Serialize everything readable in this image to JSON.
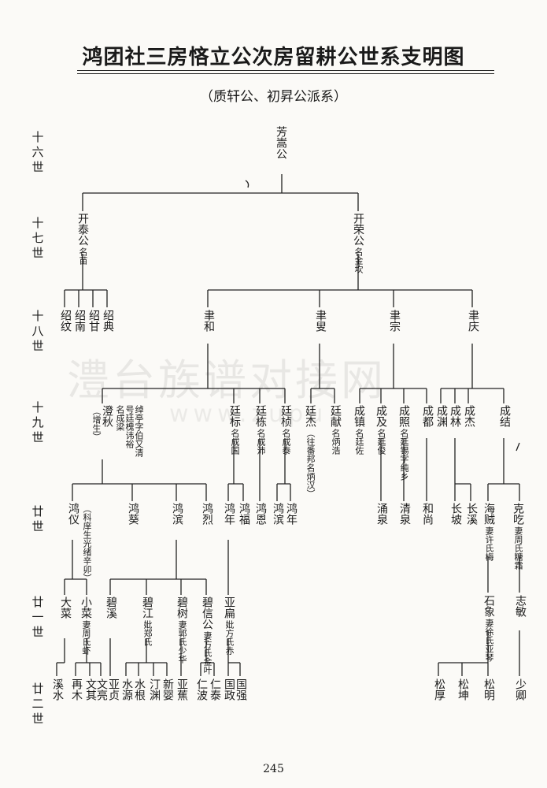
{
  "title": "鸿团社三房悋立公次房留耕公世系支明图",
  "subtitle": "（质轩公、初昇公派系）",
  "watermark": "澧台族谱对接网",
  "watermark_url": "www.zupu",
  "page_number": "245",
  "generations": [
    "十六世",
    "十七世",
    "十八世",
    "十九世",
    "廿 世",
    "廿一世",
    "廿二世"
  ],
  "nodes": [
    {
      "id": "p16",
      "name": "芳嵩公",
      "note": ""
    },
    {
      "id": "ktg",
      "name": "开泰公",
      "note": "名苗"
    },
    {
      "id": "krg",
      "name": "开荣公",
      "note": "名金坎"
    },
    {
      "id": "sw",
      "name": "绍纹",
      "note": ""
    },
    {
      "id": "sn",
      "name": "绍南",
      "note": ""
    },
    {
      "id": "sg",
      "name": "绍甘",
      "note": ""
    },
    {
      "id": "sd",
      "name": "绍典",
      "note": ""
    },
    {
      "id": "yh",
      "name": "聿和",
      "note": ""
    },
    {
      "id": "ys",
      "name": "聿叟",
      "note": ""
    },
    {
      "id": "yz",
      "name": "聿宗",
      "note": ""
    },
    {
      "id": "yq",
      "name": "聿庆",
      "note": ""
    },
    {
      "id": "dq",
      "name": "澄秋",
      "note": "（增生）"
    },
    {
      "id": "dqn",
      "name": "",
      "note": "名成梁"
    },
    {
      "id": "dqn2",
      "name": "",
      "note": "号廷槐讳裕"
    },
    {
      "id": "dqn3",
      "name": "",
      "note": "绰亭字伯又清"
    },
    {
      "id": "tb",
      "name": "廷标",
      "note": "名成国"
    },
    {
      "id": "td",
      "name": "廷栋",
      "note": "名成沛"
    },
    {
      "id": "tz",
      "name": "廷桢",
      "note": "名成泰"
    },
    {
      "id": "tj",
      "name": "廷杰",
      "note": "（往番邦名炳汉）"
    },
    {
      "id": "tx",
      "name": "廷献",
      "note": "名炳浩"
    },
    {
      "id": "cz",
      "name": "成镇",
      "note": "名廷佐"
    },
    {
      "id": "cj",
      "name": "成及",
      "note": "名廷俊"
    },
    {
      "id": "czh",
      "name": "成照",
      "note": "名廷锡字纯乡"
    },
    {
      "id": "cd",
      "name": "成都",
      "note": ""
    },
    {
      "id": "cy",
      "name": "成渊",
      "note": ""
    },
    {
      "id": "cl",
      "name": "成林",
      "note": ""
    },
    {
      "id": "cjie",
      "name": "成杰",
      "note": ""
    },
    {
      "id": "cjie2",
      "name": "成结",
      "note": ""
    },
    {
      "id": "hy",
      "name": "鸿仪",
      "note": "（科庠生光绪辛卯）"
    },
    {
      "id": "hk",
      "name": "鸿葵",
      "note": ""
    },
    {
      "id": "hb",
      "name": "鸿滨",
      "note": ""
    },
    {
      "id": "hl",
      "name": "鸿烈",
      "note": ""
    },
    {
      "id": "hn",
      "name": "鸿年",
      "note": ""
    },
    {
      "id": "hf",
      "name": "鸿福",
      "note": ""
    },
    {
      "id": "he",
      "name": "鸿恩",
      "note": ""
    },
    {
      "id": "hb2",
      "name": "鸿滨",
      "note": ""
    },
    {
      "id": "hn2",
      "name": "鸿年",
      "note": ""
    },
    {
      "id": "yq2",
      "name": "涌泉",
      "note": ""
    },
    {
      "id": "qq",
      "name": "清泉",
      "note": ""
    },
    {
      "id": "hs",
      "name": "和尚",
      "note": ""
    },
    {
      "id": "cp",
      "name": "长坡",
      "note": ""
    },
    {
      "id": "cx",
      "name": "长溪",
      "note": ""
    },
    {
      "id": "hz",
      "name": "海贼",
      "note": "妻许氏梅"
    },
    {
      "id": "kc",
      "name": "克吃",
      "note": "妻周氏糖霜"
    },
    {
      "id": "dc",
      "name": "大菜",
      "note": ""
    },
    {
      "id": "xc",
      "name": "小菜",
      "note": "妻周氏虾"
    },
    {
      "id": "bx",
      "name": "碧溪",
      "note": ""
    },
    {
      "id": "bj",
      "name": "碧江",
      "note": "妣郑氏"
    },
    {
      "id": "bs",
      "name": "碧树",
      "note": "妻郭氏少华"
    },
    {
      "id": "bxg",
      "name": "碧信公",
      "note": "妻方氏金叶"
    },
    {
      "id": "yb",
      "name": "亚扁",
      "note": "妣方氏赤"
    },
    {
      "id": "sx",
      "name": "石象",
      "note": "妻徐氏亚琴"
    },
    {
      "id": "zm",
      "name": "志敏",
      "note": ""
    },
    {
      "id": "xs",
      "name": "溪水",
      "note": ""
    },
    {
      "id": "zm2",
      "name": "再木",
      "note": ""
    },
    {
      "id": "wq",
      "name": "文其",
      "note": ""
    },
    {
      "id": "wl",
      "name": "文亮",
      "note": ""
    },
    {
      "id": "yz2",
      "name": "亚贞",
      "note": ""
    },
    {
      "id": "sy",
      "name": "水源",
      "note": ""
    },
    {
      "id": "sg2",
      "name": "水根",
      "note": ""
    },
    {
      "id": "dy",
      "name": "汀渊",
      "note": ""
    },
    {
      "id": "xy",
      "name": "新婴",
      "note": ""
    },
    {
      "id": "yj",
      "name": "亚蕉",
      "note": ""
    },
    {
      "id": "rb",
      "name": "仁波",
      "note": ""
    },
    {
      "id": "rt",
      "name": "仁泰",
      "note": ""
    },
    {
      "id": "gz",
      "name": "国政",
      "note": ""
    },
    {
      "id": "gq",
      "name": "国强",
      "note": ""
    },
    {
      "id": "sh",
      "name": "松厚",
      "note": ""
    },
    {
      "id": "sk",
      "name": "松坤",
      "note": ""
    },
    {
      "id": "sm",
      "name": "松明",
      "note": ""
    },
    {
      "id": "sq",
      "name": "少卿",
      "note": ""
    }
  ]
}
